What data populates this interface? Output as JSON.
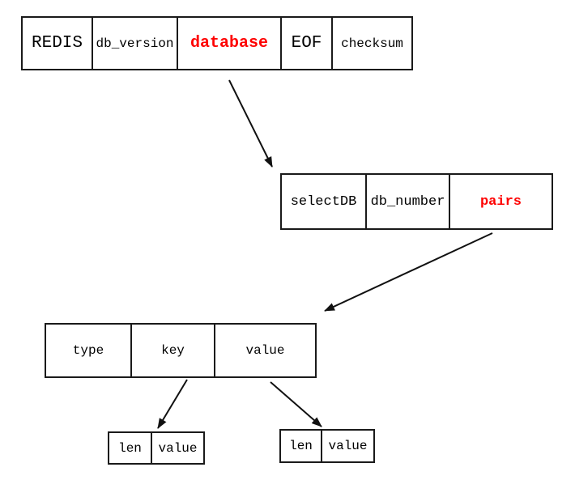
{
  "colors": {
    "highlight": "#fe0000",
    "ink": "#000000"
  },
  "rows": {
    "file": {
      "cells": [
        {
          "label": "REDIS"
        },
        {
          "label": "db_version"
        },
        {
          "label": "database"
        },
        {
          "label": "EOF"
        },
        {
          "label": "checksum"
        }
      ]
    },
    "database": {
      "cells": [
        {
          "label": "selectDB"
        },
        {
          "label": "db_number"
        },
        {
          "label": "pairs"
        }
      ]
    },
    "pair": {
      "cells": [
        {
          "label": "type"
        },
        {
          "label": "key"
        },
        {
          "label": "value"
        }
      ]
    },
    "key_detail": {
      "cells": [
        {
          "label": "len"
        },
        {
          "label": "value"
        }
      ]
    },
    "value_detail": {
      "cells": [
        {
          "label": "len"
        },
        {
          "label": "value"
        }
      ]
    }
  }
}
